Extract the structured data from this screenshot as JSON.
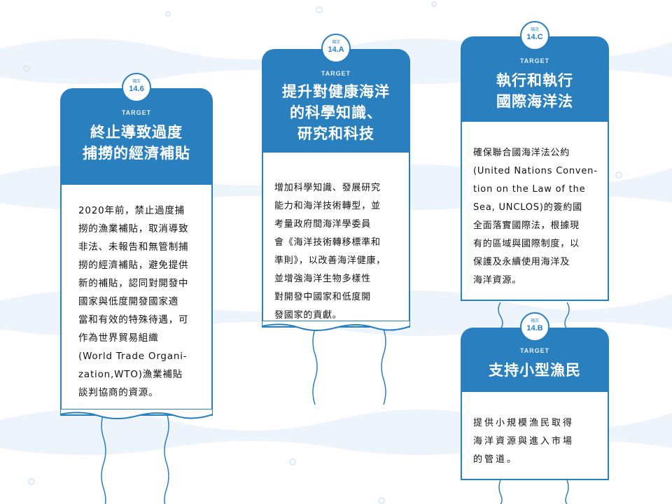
{
  "cards": [
    {
      "badge_small": "項次",
      "badge_num": "14.6",
      "target": "TARGET",
      "title": "終止導致過度\n捕撈的經濟補貼",
      "text": "2020年前，禁止過度捕\n撈的漁業補貼，取消導致\n非法、未報告和無管制捕\n撈的經濟補貼，避免提供\n新的補貼，認同對開發中\n國家與低度開發國家適\n當和有效的特殊待遇，可\n作為世界貿易組織\n(World Trade Organi-\nzation,WTO)漁業補貼\n談判協商的資源。"
    },
    {
      "badge_small": "項次",
      "badge_num": "14.A",
      "target": "TARGET",
      "title": "提升對健康海洋\n的科學知識、\n研究和科技",
      "text": "增加科學知識、發展研究\n能力和海洋技術轉型，並\n考量政府間海洋學委員\n會《海洋技術轉移標準和\n準則》，以改善海洋健康，\n並增強海洋生物多樣性\n對開發中國家和低度開\n發國家的貢獻。"
    },
    {
      "badge_small": "項次",
      "badge_num": "14.C",
      "target": "TARGET",
      "title": "執行和執行\n國際海洋法",
      "text": "確保聯合國海洋法公約\n(United Nations Conven-\ntion on the Law of the\nSea, UNCLOS)的簽約國\n全面落實國際法，根據現\n有的區域與國際制度，以\n保護及永續使用海洋及\n海洋資源。"
    },
    {
      "badge_small": "項次",
      "badge_num": "14.B",
      "target": "TARGET",
      "title": "支持小型漁民",
      "text": "提供小規模漁民取得\n海洋資源與進入市場\n的管道。"
    }
  ],
  "colors": {
    "primary": "#2a7fbf",
    "background_wave": "#eef4fb",
    "text": "#111111"
  }
}
